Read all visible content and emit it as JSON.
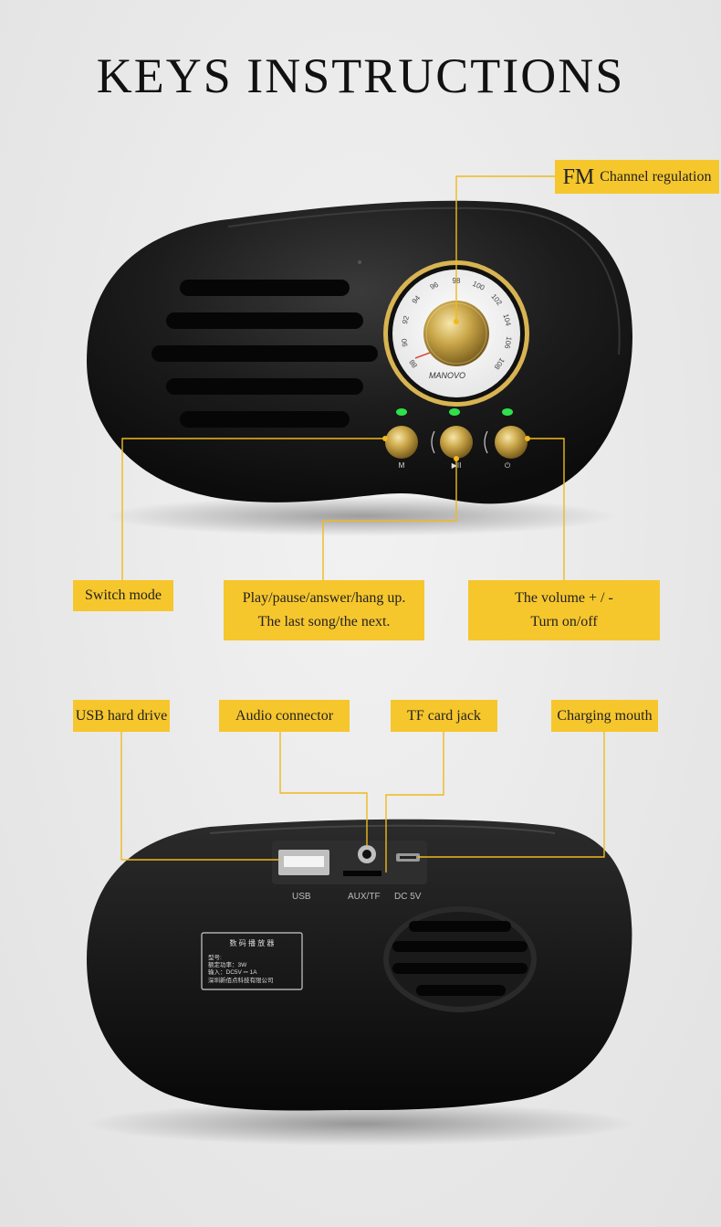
{
  "title": "KEYS INSTRUCTIONS",
  "top_callouts": {
    "fm_prefix": "FM",
    "fm_rest": "Channel regulation",
    "switch_mode": "Switch mode",
    "play_line1": "Play/pause/answer/hang up.",
    "play_line2": "The last song/the next.",
    "volume_line1": "The volume + / -",
    "volume_line2": "Turn on/off"
  },
  "bottom_callouts": {
    "usb": "USB hard drive",
    "audio": "Audio connector",
    "tf": "TF card jack",
    "charging": "Charging mouth"
  },
  "front_panel": {
    "brand": "MANOVO",
    "dial_numbers": [
      "88",
      "90",
      "92",
      "94",
      "96",
      "98",
      "100",
      "102",
      "104",
      "106",
      "108"
    ],
    "button_labels": [
      "M",
      "▶II",
      "⏻"
    ]
  },
  "rear_panel": {
    "port_labels": [
      "USB",
      "AUX/TF",
      "DC 5V"
    ],
    "spec_title": "数 码 播 放 器",
    "spec_lines": [
      "型号:",
      "额定功率：3W",
      "输入：DC5V ⎓ 1A",
      "深圳新佰点科技有限公司"
    ]
  },
  "colors": {
    "callout_bg": "#f6c62d",
    "line": "#f0b91e",
    "device": "#1a1a1a",
    "led": "#2fe04a",
    "gold": "#c9a548"
  }
}
